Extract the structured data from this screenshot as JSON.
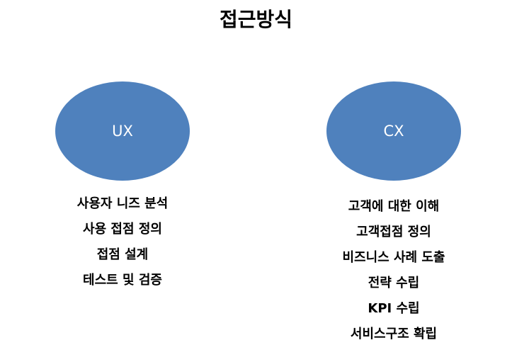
{
  "title": "접근방식",
  "colors": {
    "ellipse_fill": "#4f81bd",
    "ellipse_text": "#ffffff",
    "text": "#000000"
  },
  "ux": {
    "label": "UX",
    "items": [
      "사용자 니즈 분석",
      "사용 접점 정의",
      "접점 설계",
      "테스트 및 검증"
    ]
  },
  "cx": {
    "label": "CX",
    "items": [
      "고객에 대한 이해",
      "고객접점 정의",
      "비즈니스 사례 도출",
      "전략 수립",
      "KPI 수립",
      "서비스구조 확립"
    ]
  }
}
